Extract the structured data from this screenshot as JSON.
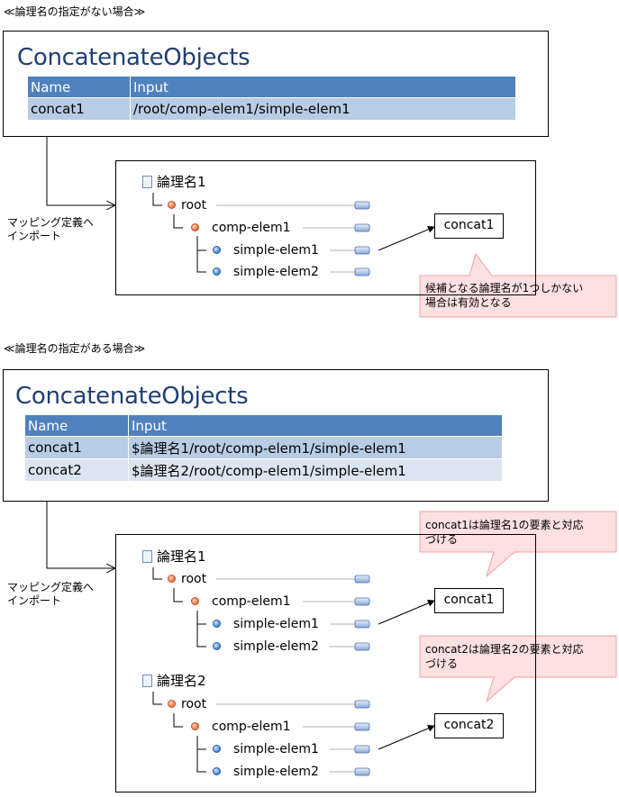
{
  "section1": {
    "title": "≪論理名の指定がない場合≫",
    "component_title": "ConcatenateObjects",
    "table": {
      "headers": [
        "Name",
        "Input"
      ],
      "rows": [
        [
          "concat1",
          "/root/comp-elem1/simple-elem1"
        ]
      ]
    },
    "import_note": [
      "マッピング定義へ",
      "インポート"
    ],
    "tree": {
      "logical_name": "論理名1",
      "root": "root",
      "comp": "comp-elem1",
      "simple1": "simple-elem1",
      "simple2": "simple-elem2"
    },
    "target": "concat1",
    "callout": [
      "候補となる論理名が1つしかない",
      "場合は有効となる"
    ]
  },
  "section2": {
    "title": "≪論理名の指定がある場合≫",
    "component_title": "ConcatenateObjects",
    "table": {
      "headers": [
        "Name",
        "Input"
      ],
      "rows": [
        [
          "concat1",
          "$論理名1/root/comp-elem1/simple-elem1"
        ],
        [
          "concat2",
          "$論理名2/root/comp-elem1/simple-elem1"
        ]
      ]
    },
    "import_note": [
      "マッピング定義へ",
      "インポート"
    ],
    "tree1": {
      "logical_name": "論理名1",
      "root": "root",
      "comp": "comp-elem1",
      "simple1": "simple-elem1",
      "simple2": "simple-elem2"
    },
    "tree2": {
      "logical_name": "論理名2",
      "root": "root",
      "comp": "comp-elem1",
      "simple1": "simple-elem1",
      "simple2": "simple-elem2"
    },
    "target1": "concat1",
    "target2": "concat2",
    "callout1": [
      "concat1は論理名1の要素と対応",
      "づける"
    ],
    "callout2": [
      "concat2は論理名2の要素と対応",
      "づける"
    ]
  },
  "colors": {
    "title_blue": "#1f3f73",
    "header_blue": "#4f81bd",
    "row_dark": "#b8cce4",
    "row_light": "#dbe5f1",
    "callout_fill": "#fde0e0",
    "callout_border": "#f0a0a0"
  }
}
